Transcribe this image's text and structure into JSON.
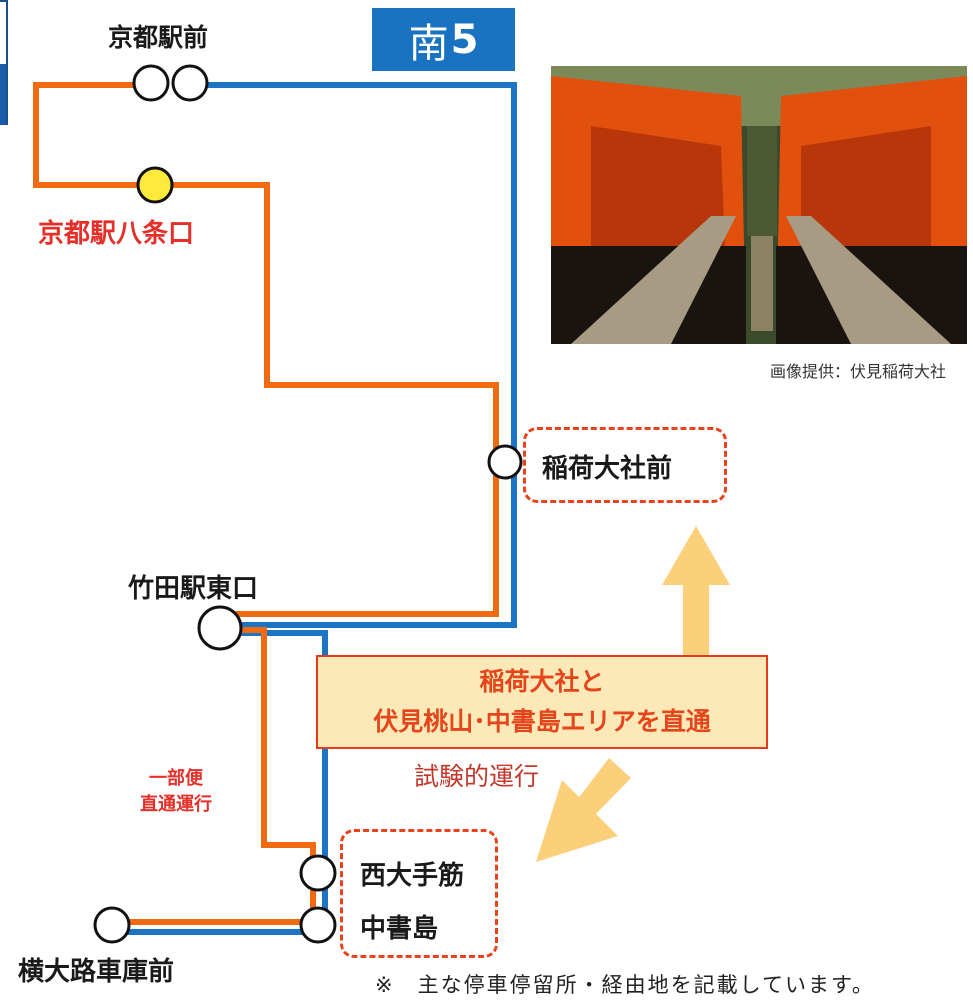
{
  "route": {
    "label": "南",
    "number": "5",
    "color": "#1a73c0"
  },
  "stops": {
    "kyoto_ekimae": "京都駅前",
    "kyoto_hachijo": "京都駅八条口",
    "inari_taisha": "稲荷大社前",
    "takeda_higashi": "竹田駅東口",
    "nishi_otesuji": "西大手筋",
    "chushojima": "中書島",
    "yokooji_shako": "横大路車庫前"
  },
  "photo": {
    "credit": "画像提供：伏見稲荷大社"
  },
  "callout": {
    "line1": "稲荷大社と",
    "line2": "伏見桃山･中書島エリアを直通"
  },
  "trial_label": "試験的運行",
  "partial_service": {
    "line1": "一部便",
    "line2": "直通運行"
  },
  "footnote": "※　主な停車停留所・経由地を記載しています。",
  "colors": {
    "orange_line": "#f06a10",
    "blue_line": "#1b75c4",
    "highlight_stop": "#ffe93c",
    "accent_red": "#e8441c",
    "arrow": "#fcd07a"
  }
}
